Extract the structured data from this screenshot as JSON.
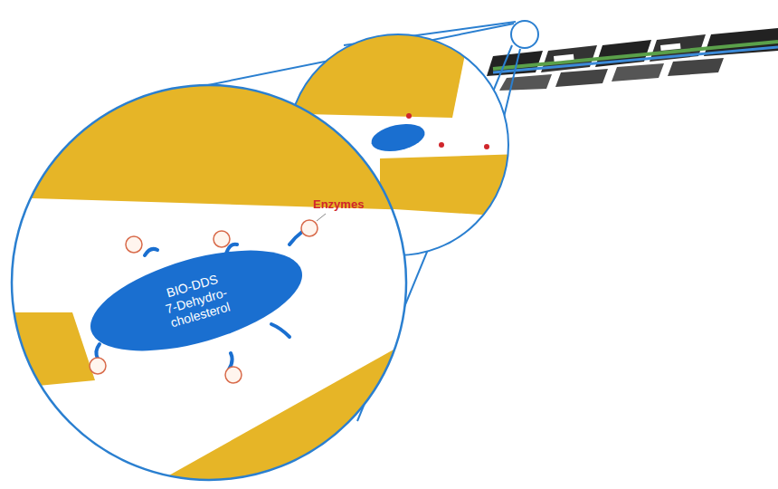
{
  "diagram": {
    "nodes": [
      {
        "text": [
          "BIO-DDS",
          "7-Dehydro-cholesterol"
        ]
      }
    ],
    "labels": [
      "Enzymes"
    ]
  }
}
